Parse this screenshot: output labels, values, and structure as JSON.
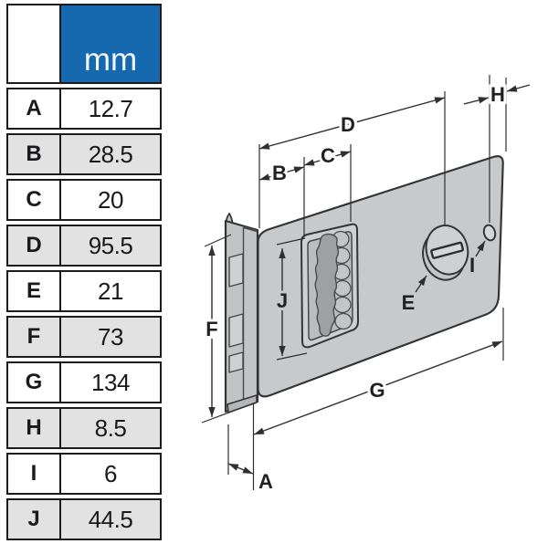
{
  "table": {
    "header": {
      "unit_label": "mm"
    },
    "rows": [
      {
        "label": "A",
        "value": "12.7"
      },
      {
        "label": "B",
        "value": "28.5"
      },
      {
        "label": "C",
        "value": "20"
      },
      {
        "label": "D",
        "value": "95.5"
      },
      {
        "label": "E",
        "value": "21"
      },
      {
        "label": "F",
        "value": "73"
      },
      {
        "label": "G",
        "value": "134"
      },
      {
        "label": "H",
        "value": "8.5"
      },
      {
        "label": "I",
        "value": "6"
      },
      {
        "label": "J",
        "value": "44.5"
      }
    ]
  },
  "diagram": {
    "description": "isometric technical drawing of recessed slam latch plate with thumbwheel, cam disc and rivet hole",
    "dim_labels": {
      "a": "A",
      "b": "B",
      "c": "C",
      "d": "D",
      "e": "E",
      "f": "F",
      "g": "G",
      "h": "H",
      "i": "I",
      "j": "J"
    }
  },
  "colors": {
    "header_blue": "#1668af",
    "row_alt_gray": "#e2e2e3",
    "table_border": "#1b1b1d",
    "plate_gray": "#c8c9cb",
    "recess_gray": "#bcbdbf",
    "wheel_gray": "#9fa0a3",
    "line_dark": "#2e2f31"
  }
}
